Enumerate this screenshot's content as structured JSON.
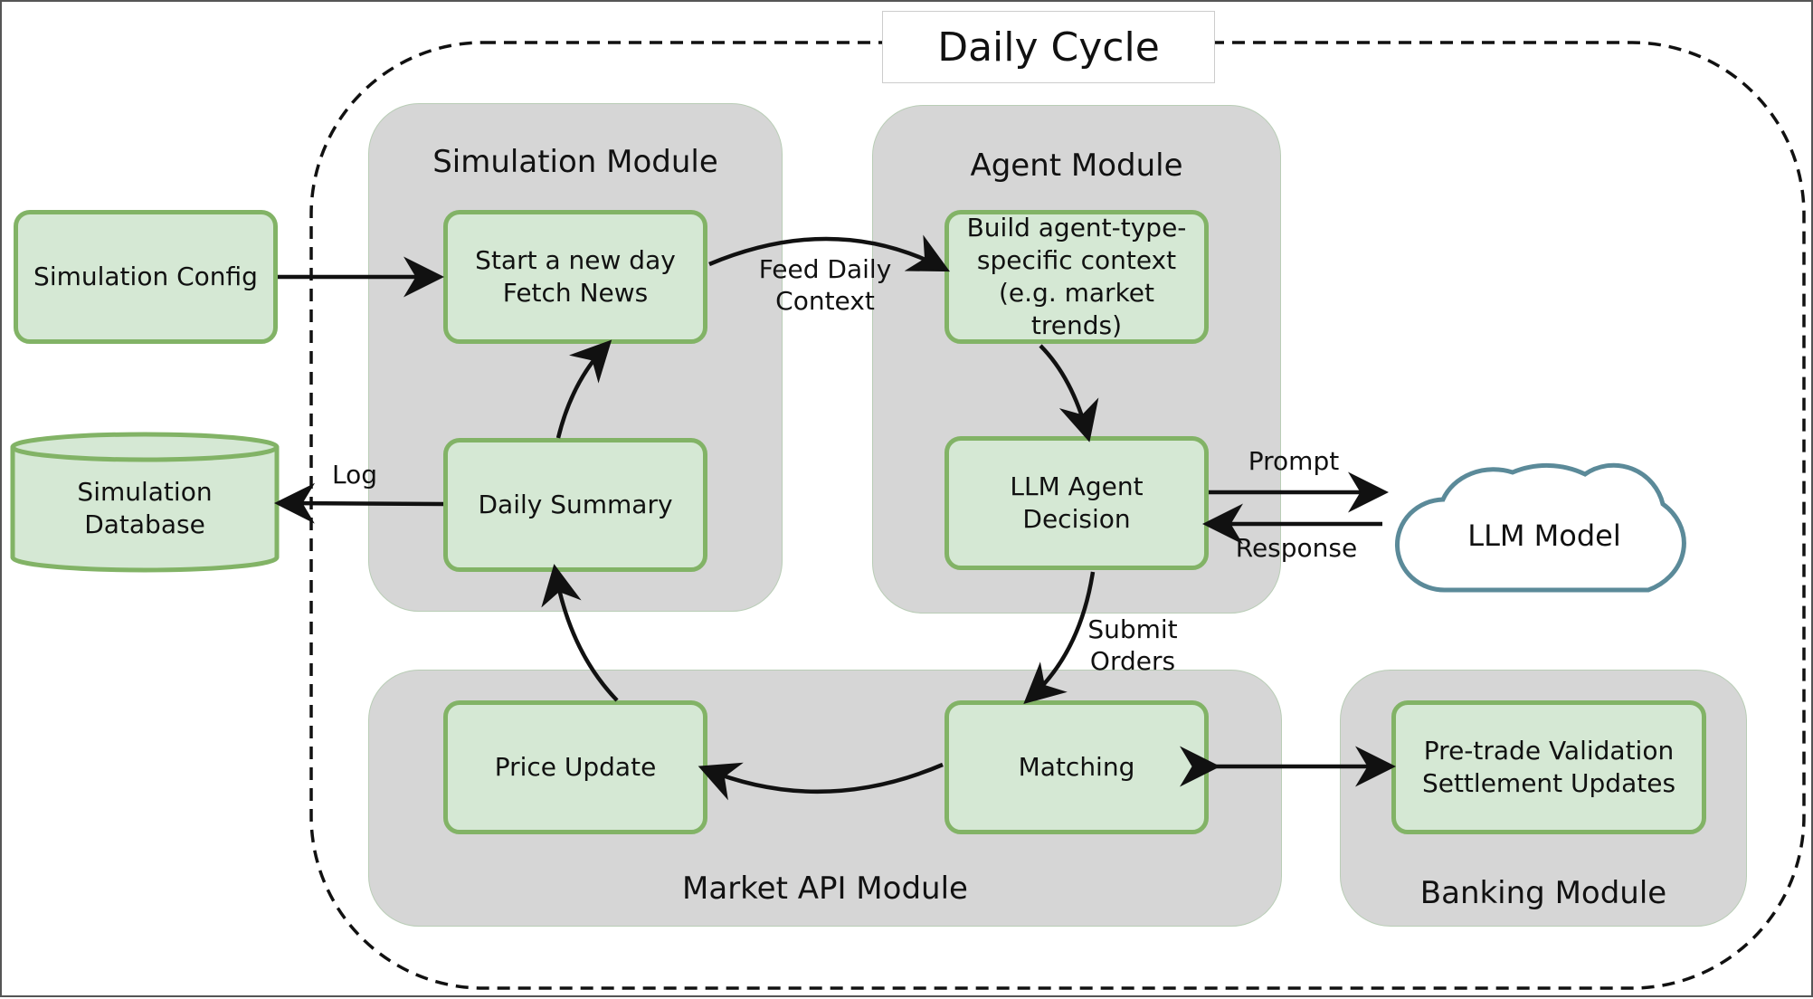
{
  "title": "Daily Cycle",
  "modules": {
    "simulation": "Simulation Module",
    "agent": "Agent Module",
    "market": "Market API Module",
    "banking": "Banking Module"
  },
  "nodes": {
    "simulation_config": "Simulation Config",
    "simulation_database": "Simulation\nDatabase",
    "start_day": "Start a new day\nFetch News",
    "daily_summary": "Daily Summary",
    "build_context": "Build agent-type-\nspecific context\n(e.g. market trends)",
    "llm_decision": "LLM Agent Decision",
    "llm_model": "LLM Model",
    "price_update": "Price Update",
    "matching": "Matching",
    "validation": "Pre-trade Validation\nSettlement Updates"
  },
  "edges": {
    "feed_daily_context": "Feed Daily\nContext",
    "log": "Log",
    "prompt": "Prompt",
    "response": "Response",
    "submit_orders": "Submit\nOrders"
  },
  "colors": {
    "node_fill": "#d5e8d4",
    "node_border": "#82b366",
    "module_fill": "#d6d6d6",
    "cloud_border": "#5b8a99"
  }
}
